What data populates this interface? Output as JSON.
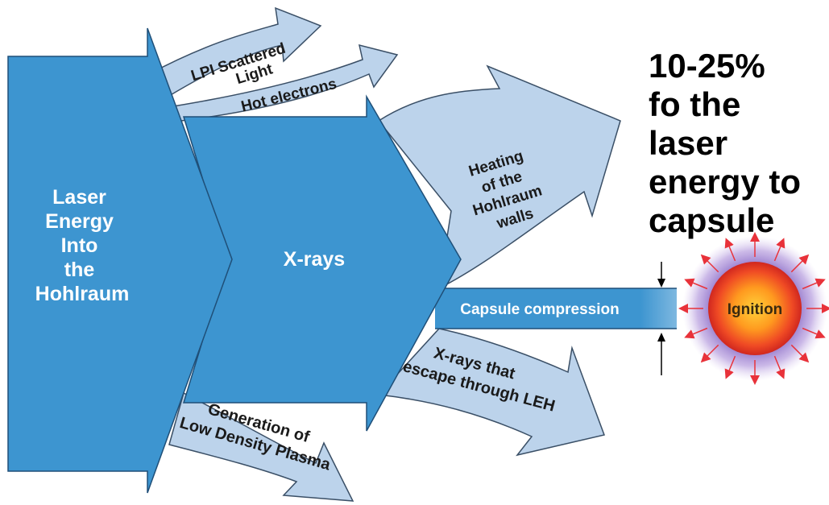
{
  "diagram": {
    "input": {
      "lines": [
        "Laser",
        "Energy",
        "Into",
        "the",
        "Hohlraum"
      ]
    },
    "xrays_label": "X-rays",
    "capsule_label": "Capsule compression",
    "ignition_label": "Ignition",
    "branches": {
      "lpi": {
        "lines": [
          "LPI Scattered",
          "Light"
        ]
      },
      "hot_electrons": {
        "label": "Hot electrons"
      },
      "wall_heating": {
        "lines": [
          "Heating",
          "of the",
          "Hohlraum",
          "walls"
        ]
      },
      "leh_escape": {
        "lines": [
          "X-rays that",
          "escape through LEH"
        ]
      },
      "plasma": {
        "lines": [
          "Generation of",
          "Low Density Plasma"
        ]
      }
    },
    "annotation": {
      "lines": [
        "10-25%",
        "fo the",
        "laser",
        "energy to",
        "capsule"
      ]
    },
    "colors": {
      "dark_arrow": "#3d95d0",
      "dark_arrow_edge": "#1f4f78",
      "light_arrow": "#bcd3eb",
      "light_arrow_edge": "#3a4f66",
      "ignition_core": "#ff9a1f",
      "ignition_glow": "#8a6fc8",
      "ray": "#e8323a"
    }
  }
}
